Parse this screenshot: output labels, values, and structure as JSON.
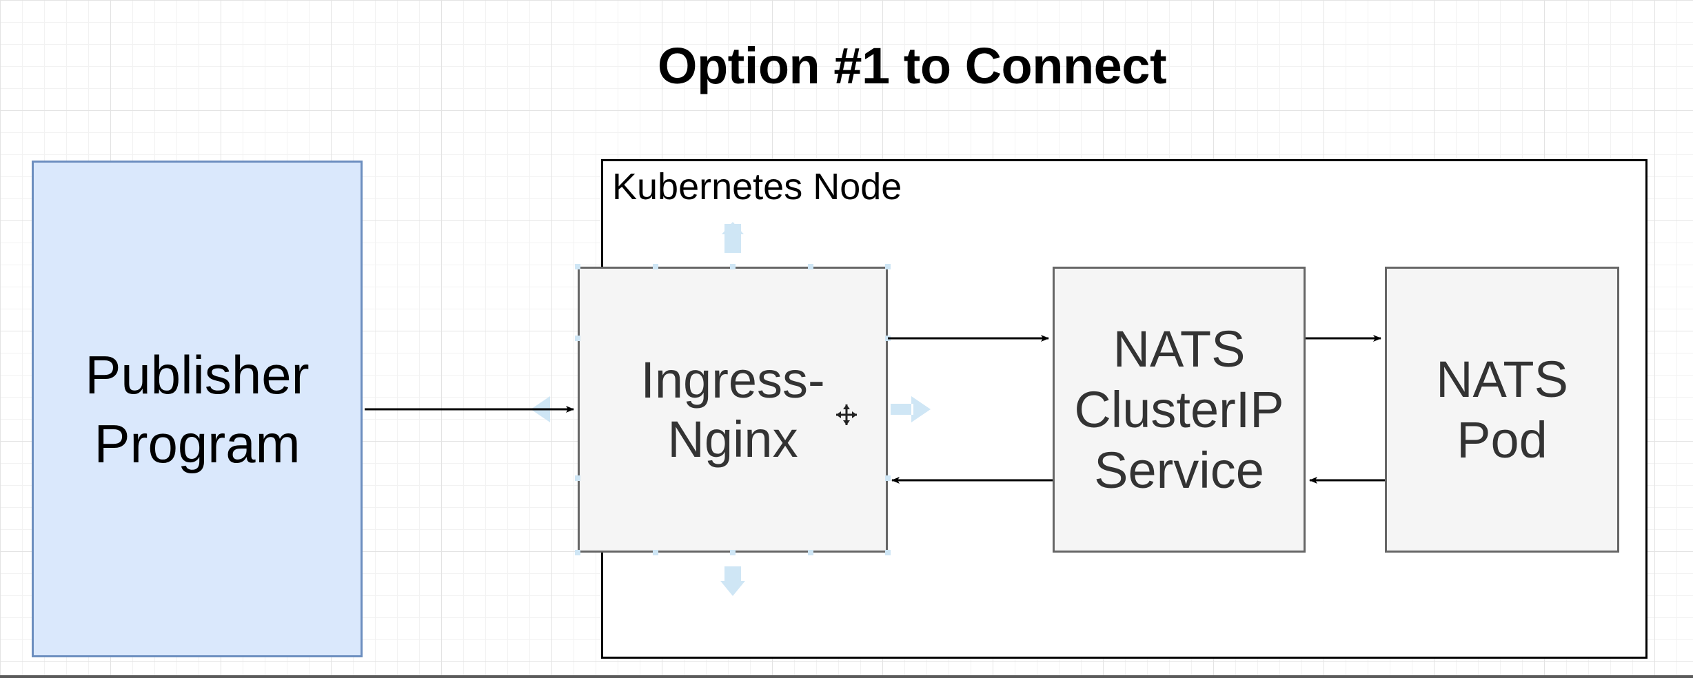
{
  "title": "Option #1 to Connect",
  "publisher": {
    "line1": "Publisher",
    "line2": "Program"
  },
  "node": {
    "label": "Kubernetes Node"
  },
  "ingress": {
    "line1": "Ingress-",
    "line2": "Nginx"
  },
  "clusterip": {
    "line1": "NATS",
    "line2": "ClusterIP",
    "line3": "Service"
  },
  "pod": {
    "line1": "NATS",
    "line2": "Pod"
  },
  "colors": {
    "publisher_fill": "#dae8fc",
    "publisher_stroke": "#6c8ebf",
    "box_fill": "#f5f5f5",
    "box_stroke": "#666666",
    "selection_hint": "#cfe6f5"
  }
}
